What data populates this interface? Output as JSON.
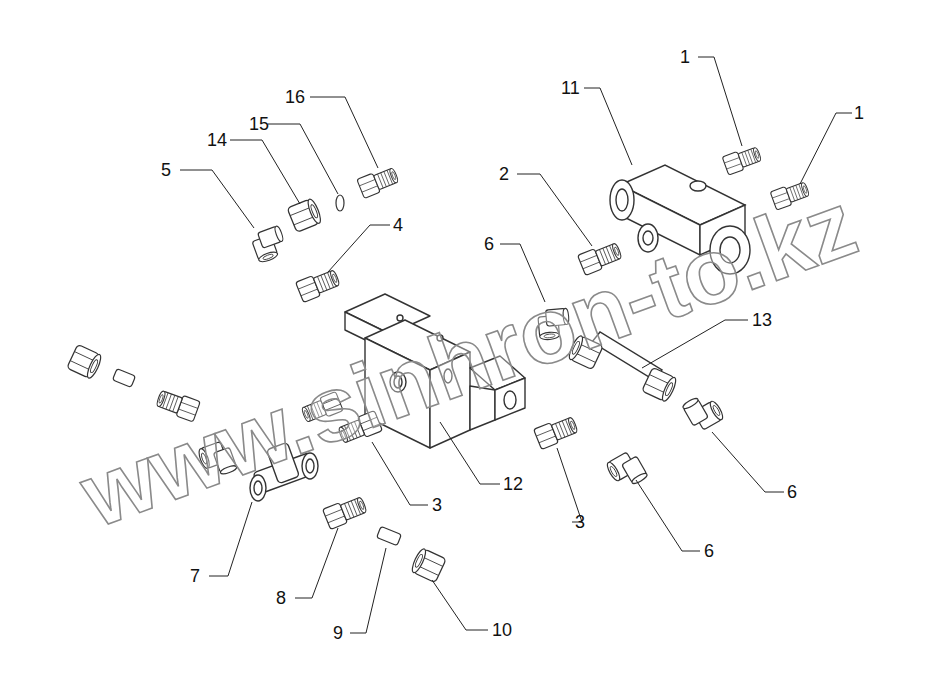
{
  "diagram": {
    "labels": [
      "1",
      "11",
      "1",
      "16",
      "15",
      "14",
      "5",
      "4",
      "2",
      "6",
      "13",
      "12",
      "3",
      "3",
      "6",
      "6",
      "7",
      "8",
      "9",
      "10",
      "www.sinhron-to.kz"
    ]
  }
}
